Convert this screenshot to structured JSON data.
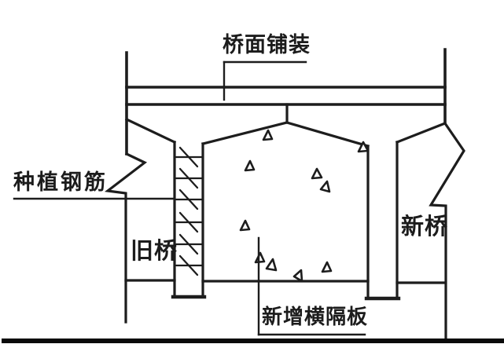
{
  "drawing": {
    "description": "bridge-widening cross-section diagram",
    "labels": {
      "deck_pavement": "桥面铺装",
      "planted_rebar": "种植钢筋",
      "old_bridge": "旧桥",
      "new_bridge": "新桥",
      "new_diaphragm": "新增横隔板"
    },
    "colors": {
      "line": "#1d1d1d",
      "text": "#1c1c1c",
      "background": "#ffffff"
    }
  }
}
